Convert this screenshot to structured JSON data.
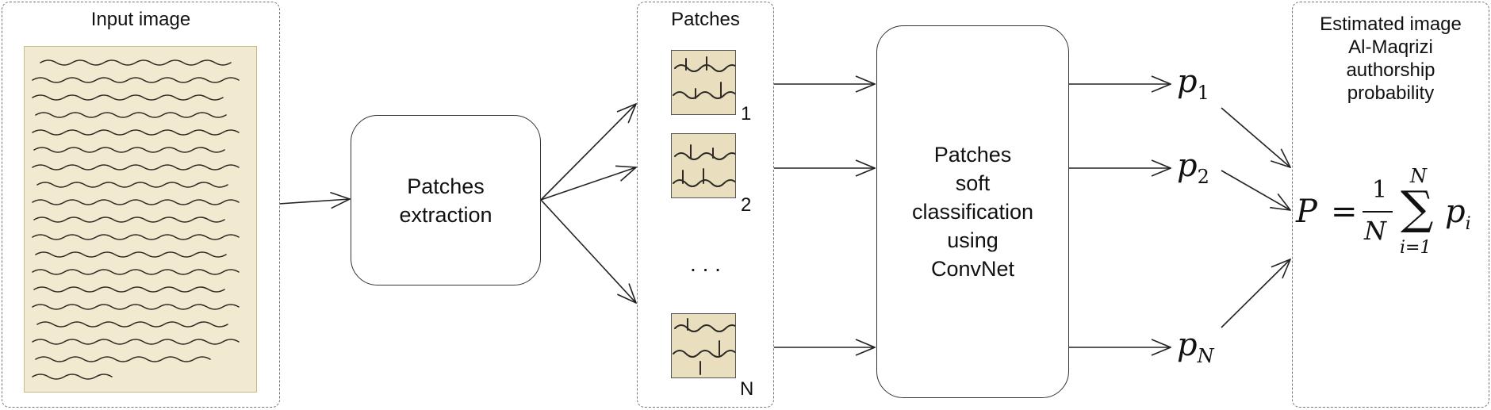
{
  "input_panel": {
    "title": "Input image"
  },
  "extraction_box": {
    "line1": "Patches",
    "line2": "extraction"
  },
  "patches_panel": {
    "title": "Patches",
    "patch_labels": [
      "1",
      "2",
      "N"
    ],
    "ellipsis": ". . ."
  },
  "classification_box": {
    "lines": [
      "Patches",
      "soft",
      "classification",
      "using",
      "ConvNet"
    ]
  },
  "probabilities": [
    {
      "symbol": "p",
      "subscript": "1"
    },
    {
      "symbol": "p",
      "subscript": "2"
    },
    {
      "symbol": "p",
      "subscript": "N"
    }
  ],
  "output_panel": {
    "title_lines": [
      "Estimated image",
      "Al-Maqrizi",
      "authorship",
      "probability"
    ],
    "formula": {
      "lhs": "P",
      "equals": "=",
      "numerator": "1",
      "denominator": "N",
      "sum_top": "N",
      "sum_bottom": "i=1",
      "sigma": "∑",
      "term": "p",
      "term_sub": "i"
    }
  },
  "colors": {
    "paper": "#f2ead0",
    "ink": "#2d2a25",
    "border": "#777777"
  }
}
